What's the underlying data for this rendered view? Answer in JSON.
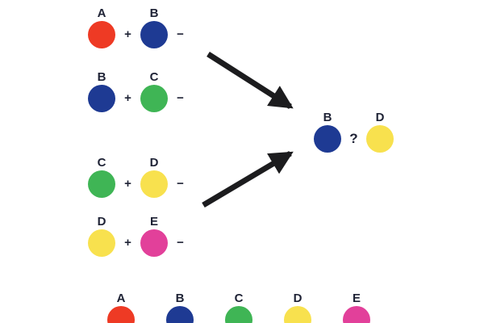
{
  "figure": {
    "background": "#ffffff",
    "text_color": "#1e2235",
    "arrow_color": "#1c1c1e"
  },
  "colors": {
    "A": "#ee3a24",
    "B": "#1e3a93",
    "C": "#3fb555",
    "D": "#f8e14e",
    "E": "#e2409a"
  },
  "ops": {
    "plus": "+",
    "minus": "−",
    "question": "?"
  },
  "training_pairs": [
    {
      "left": "A",
      "right": "B"
    },
    {
      "left": "B",
      "right": "C"
    },
    {
      "left": "C",
      "right": "D"
    },
    {
      "left": "D",
      "right": "E"
    }
  ],
  "test_pair": {
    "left": "B",
    "right": "D"
  },
  "legend": {
    "items": [
      "A",
      "B",
      "C",
      "D",
      "E"
    ]
  }
}
